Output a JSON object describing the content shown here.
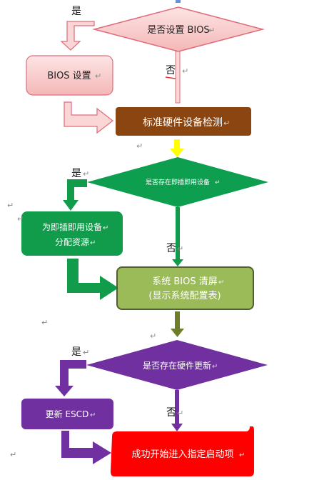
{
  "colors": {
    "pink_fill": "#f8cbcb",
    "pink_stroke": "#e06c7a",
    "brown": "#8b4510",
    "yellow": "#ffff00",
    "green_diamond": "#0d9e4f",
    "green_box": "#119c4c",
    "olive_box": "#9bbb59",
    "olive_stroke": "#4f6128",
    "olive_arrow": "#6e7d2a",
    "purple": "#7030a0",
    "red": "#ff0000",
    "pilcrow": "#888888"
  },
  "nodes": {
    "q_bios": "是否设置 BIOS",
    "bios_setup": "BIOS 设置",
    "hw_detect": "标准硬件设备检测",
    "q_pnp": "是否存在即插即用设备",
    "pnp_alloc_1": "为即插即用设备",
    "pnp_alloc_2": "分配资源",
    "bios_clear_1": "系统 BIOS 清屏",
    "bios_clear_2": "(显示系统配置表)",
    "q_hw_update": "是否存在硬件更新",
    "update_escd": "更新 ESCD",
    "boot": "成功开始进入指定启动项"
  },
  "labels": {
    "yes": "是",
    "no": "否",
    "mark": "↵"
  }
}
